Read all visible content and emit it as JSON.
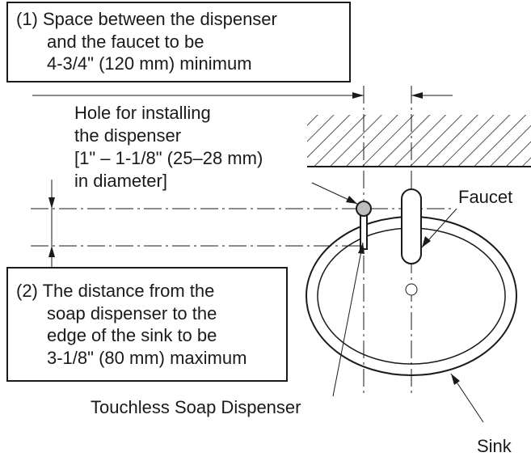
{
  "notes": {
    "space_note": [
      "(1) Space between the dispenser",
      "and the faucet to be",
      "4-3/4\" (120 mm) minimum"
    ],
    "distance_note": [
      "(2) The distance from the",
      "soap dispenser to the",
      "edge of the sink to be",
      "3-1/8\" (80 mm) maximum"
    ]
  },
  "labels": {
    "hole": [
      "Hole for installing",
      "the dispenser",
      "[1\" – 1-1/8\" (25–28 mm)",
      "in diameter]"
    ],
    "faucet": "Faucet",
    "dispenser": "Touchless Soap Dispenser",
    "sink": "Sink"
  },
  "colors": {
    "line": "#1a1a1a",
    "hole_fill": "#bdbdbd"
  }
}
